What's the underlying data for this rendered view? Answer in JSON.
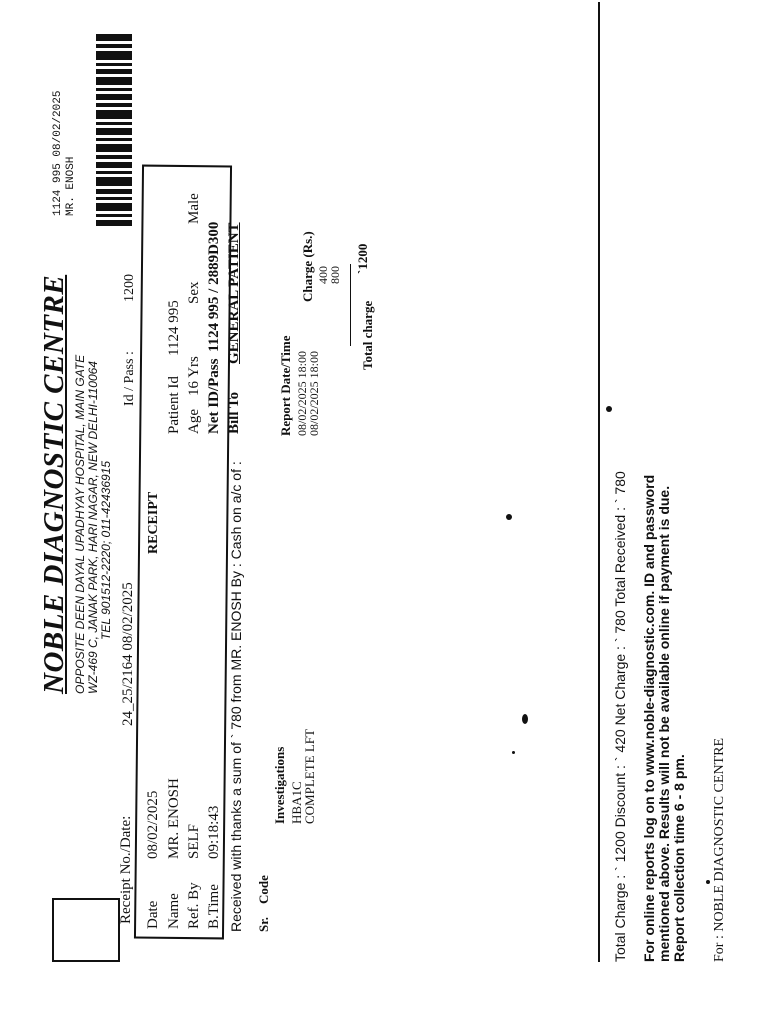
{
  "header": {
    "name": "NOBLE DIAGNOSTIC CENTRE",
    "address_line1": "OPPOSITE DEEN DAYAL UPADHYAY HOSPITAL, MAIN GATE",
    "address_line2": "WZ-469 C, JANAK PARK, HARI NAGAR, NEW DELHI-110064",
    "address_line3": "TEL 901512-2220; 011-42436915",
    "receipt_title": "RECEIPT"
  },
  "barcode": {
    "line1": "1124 995  08/02/2025",
    "line2": "MR. ENOSH"
  },
  "receipt": {
    "no_label": "Receipt No./Date:",
    "no_value": "24_25/2164 08/02/2025",
    "id_pass_label": "Id / Pass :",
    "id_pass_value": "1200"
  },
  "patient": {
    "date_label": "Date",
    "date": "08/02/2025",
    "name_label": "Name",
    "name": "MR. ENOSH",
    "refby_label": "Ref. By",
    "refby": "SELF",
    "btime_label": "B.Time",
    "btime": "09:18:43",
    "pid_label": "Patient Id",
    "pid": "1124 995",
    "age_label": "Age",
    "age": "16 Yrs",
    "sex_label": "Sex",
    "sex": "Male",
    "netid_label": "Net ID/Pass",
    "netid": "1124 995 / 2889D300",
    "billto_label": "Bill To",
    "billto": "GENERAL PATIENT"
  },
  "payment": {
    "received_text": "Received with thanks a sum of ` 780 from MR. ENOSH By : Cash  on a/c of :"
  },
  "table": {
    "headers": [
      "Sr.",
      "Code",
      "Investigations",
      "Report Date/Time",
      "Charge (Rs.)"
    ],
    "rows": [
      {
        "investigation": "HBA1C",
        "report": "08/02/2025 18:00",
        "charge": "400"
      },
      {
        "investigation": "COMPLETE LFT",
        "report": "08/02/2025 18:00",
        "charge": "800"
      }
    ],
    "total_label": "Total charge",
    "total_value": "`1200"
  },
  "summary": {
    "line": "Total Charge : ` 1200 Discount : ` 420 Net Charge : ` 780    Total Received : ` 780",
    "note_line1": "For online reports log on to www.noble-diagnostic.com. ID and password",
    "note_line2": "mentioned above. Results will not be available online if payment is due.",
    "note_line3": "Report collection time 6 - 8 pm.",
    "signature": "For : NOBLE DIAGNOSTIC CENTRE"
  }
}
